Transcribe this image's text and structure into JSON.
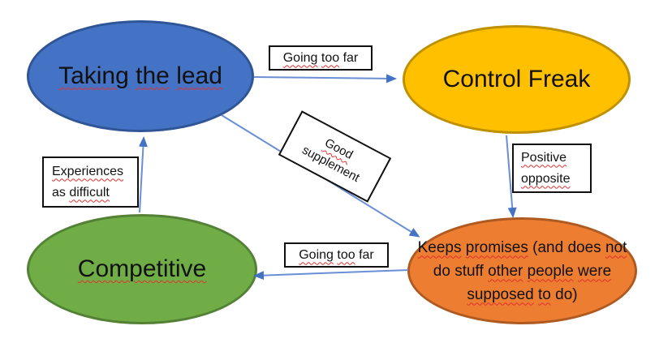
{
  "background": "#FFFFFF",
  "nodes": {
    "taking_the_lead": {
      "label": "Taking the lead",
      "fill": "#4472C4",
      "border_color": "#2F5597",
      "segments": [
        {
          "text": "Taking",
          "misspelled": true
        },
        {
          "text": " "
        },
        {
          "text": "the",
          "misspelled": true
        },
        {
          "text": " "
        },
        {
          "text": "lead",
          "misspelled": true
        }
      ]
    },
    "control_freak": {
      "label": "Control Freak",
      "fill": "#FFC000",
      "border_color": "#BF9000",
      "segments": [
        {
          "text": "Control Freak",
          "misspelled": false
        }
      ]
    },
    "competitive": {
      "label": "Competitive",
      "fill": "#70AD47",
      "border_color": "#538135",
      "segments": [
        {
          "text": "Competitive",
          "misspelled": true
        }
      ]
    },
    "keeps_promises": {
      "label": "Keeps promises (and does not do stuff other people were supposed to do)",
      "fill": "#ED7D31",
      "border_color": "#AE5A21",
      "segments": [
        {
          "text": "Keeps",
          "misspelled": true
        },
        {
          "text": " "
        },
        {
          "text": "promises",
          "misspelled": true
        },
        {
          "text": " (and does "
        },
        {
          "text": "not",
          "misspelled": true
        },
        {
          "br": true
        },
        {
          "text": "do stuff "
        },
        {
          "text": "other",
          "misspelled": true
        },
        {
          "text": " "
        },
        {
          "text": "people",
          "misspelled": true
        },
        {
          "text": " "
        },
        {
          "text": "were",
          "misspelled": true
        },
        {
          "br": true
        },
        {
          "text": "supposed",
          "misspelled": true
        },
        {
          "text": " "
        },
        {
          "text": "to",
          "misspelled": true
        },
        {
          "text": " do)"
        }
      ]
    }
  },
  "edges": {
    "lead_to_control_freak": {
      "from": "Taking the lead",
      "to": "Control Freak",
      "label": "Going too far",
      "segments": [
        {
          "text": "Going",
          "misspelled": true
        },
        {
          "text": " "
        },
        {
          "text": "too",
          "misspelled": true
        },
        {
          "text": " far"
        }
      ]
    },
    "lead_to_keeps_promises": {
      "from": "Taking the lead",
      "to": "Keeps promises (and does not do stuff other people were supposed to do)",
      "label": "Good supplement",
      "segments": [
        {
          "text": "Good",
          "misspelled": true
        },
        {
          "br": true
        },
        {
          "text": "supplement"
        }
      ]
    },
    "control_freak_to_keeps_promises": {
      "from": "Control Freak",
      "to": "Keeps promises (and does not do stuff other people were supposed to do)",
      "label": "Positive opposite",
      "segments": [
        {
          "text": "Positive",
          "misspelled": true
        },
        {
          "br": true
        },
        {
          "text": "opposite",
          "misspelled": true
        }
      ]
    },
    "keeps_promises_to_competitive": {
      "from": "Keeps promises (and does not do stuff other people were supposed to do)",
      "to": "Competitive",
      "label": "Going too far",
      "segments": [
        {
          "text": "Going",
          "misspelled": true
        },
        {
          "text": " "
        },
        {
          "text": "too",
          "misspelled": true
        },
        {
          "text": " far"
        }
      ]
    },
    "competitive_to_lead": {
      "from": "Competitive",
      "to": "Taking the lead",
      "label": "Experiences as difficult",
      "segments": [
        {
          "text": "Experiences",
          "misspelled": true
        },
        {
          "br": true
        },
        {
          "text": "as "
        },
        {
          "text": "difficult",
          "misspelled": true
        }
      ]
    }
  },
  "colors": {
    "arrow_line": "#6B8FD4",
    "arrow_head": "#4472C4",
    "label_box_border": "#111111",
    "spellcheck_squiggle": "#E03030"
  }
}
